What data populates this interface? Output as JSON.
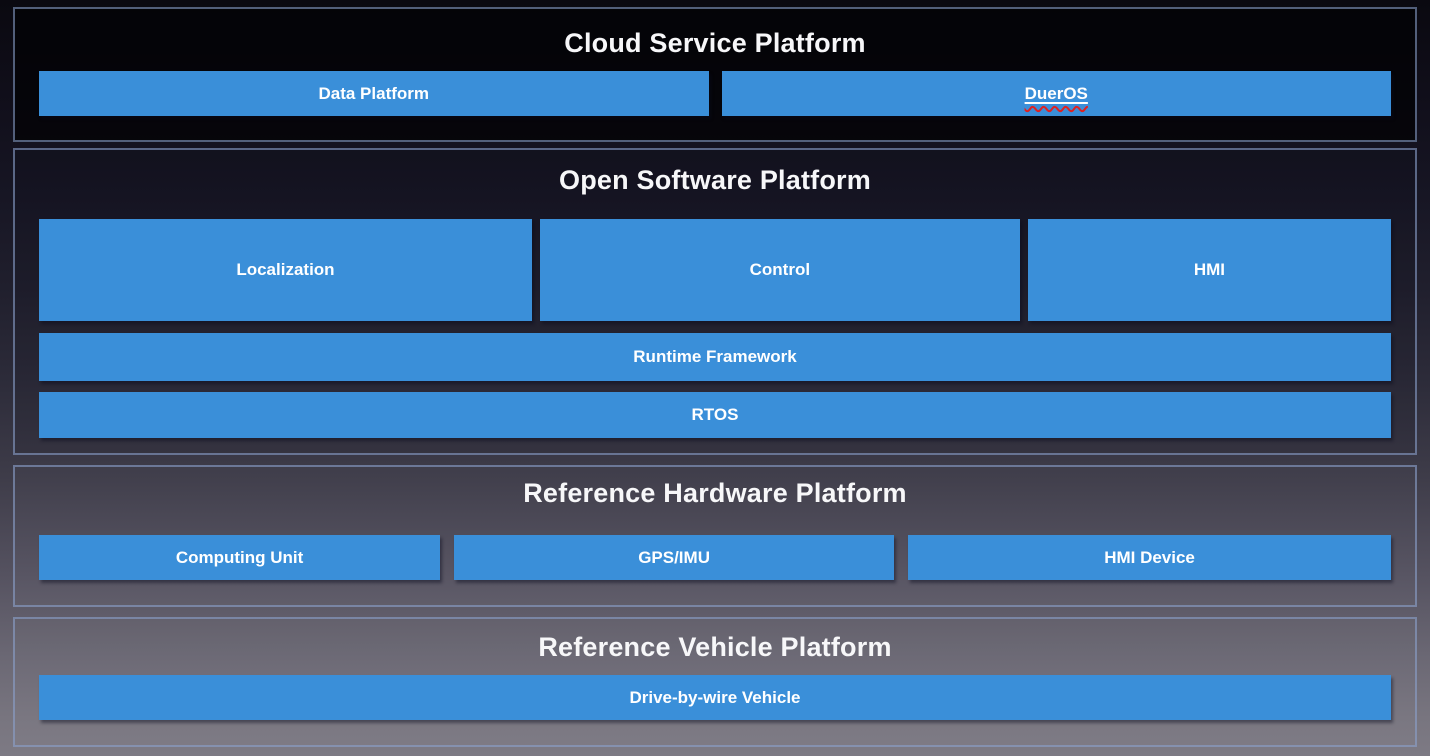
{
  "diagram": {
    "name": "autonomous-driving-platform-architecture",
    "colors": {
      "box_blue": "#3a8fd9",
      "panel_border": "#8aa0cc",
      "title_text": "#f7f7f9",
      "box_text": "#ffffff",
      "spellcheck_red": "#e02121",
      "background_top": "#0a0910",
      "background_bottom": "#7d7a84"
    }
  },
  "sections": [
    {
      "title": "Cloud Service Platform",
      "boxes": [
        "Data Platform",
        "DuerOS"
      ]
    },
    {
      "title": "Open Software Platform",
      "boxes": [
        "Localization",
        "Control",
        "HMI"
      ],
      "bars": [
        "Runtime Framework",
        "RTOS"
      ]
    },
    {
      "title": "Reference Hardware Platform",
      "boxes": [
        "Computing Unit",
        "GPS/IMU",
        "HMI Device"
      ]
    },
    {
      "title": "Reference Vehicle Platform",
      "bars": [
        "Drive-by-wire Vehicle"
      ]
    }
  ]
}
